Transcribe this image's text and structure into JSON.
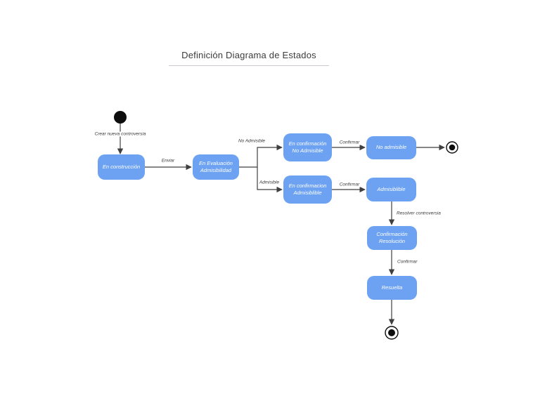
{
  "title": "Definición Diagrama de Estados",
  "colors": {
    "state_fill": "#6da2f3",
    "state_text": "#ffffff",
    "edge_color": "#3f3f3f",
    "label_color": "#3a3a3a",
    "title_color": "#3c3c3c",
    "underline_color": "#c7cad0",
    "node_black": "#0d0d0d",
    "canvas_bg": "#ffffff"
  },
  "states": {
    "en_construccion": {
      "label": "En construcción"
    },
    "en_evaluacion": {
      "line1": "En Evaluación",
      "line2": "Admisibilidad"
    },
    "conf_no_admisible": {
      "line1": "En confirmación",
      "line2": "No Admisible"
    },
    "no_admisible": {
      "label": "No admisible"
    },
    "conf_admisible": {
      "line1": "En confirmacion",
      "line2": "Admisiblible"
    },
    "admisible": {
      "label": "Admisiblible"
    },
    "conf_resolucion": {
      "line1": "Confirmación",
      "line2": "Resolución"
    },
    "resuelta": {
      "label": "Resuelta"
    }
  },
  "transitions": {
    "crear": "Crear nueva controversia",
    "enviar": "Enviar",
    "no_admisible": "No Admisible",
    "admisible": "Admisible",
    "confirmar": "Confirmar",
    "resolver": "Resolver controversia"
  }
}
